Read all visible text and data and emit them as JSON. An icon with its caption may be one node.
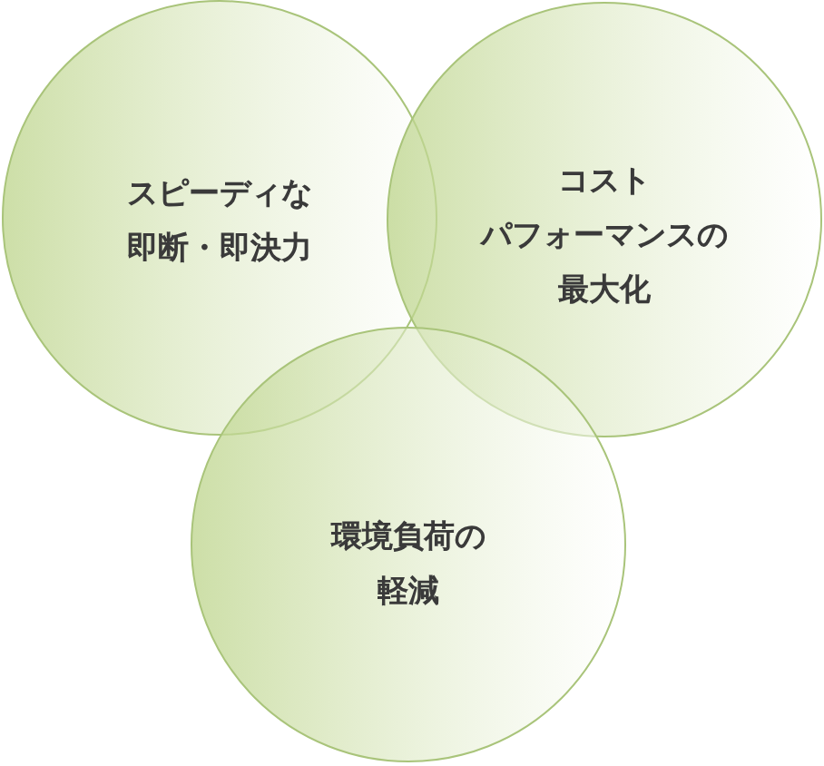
{
  "diagram": {
    "nodes": [
      {
        "text": [
          "スピーディな即断・即決力"
        ]
      },
      {
        "text": [
          "コストパフォーマンスの最大化"
        ]
      },
      {
        "text": [
          "環境負荷の軽減"
        ]
      }
    ]
  }
}
